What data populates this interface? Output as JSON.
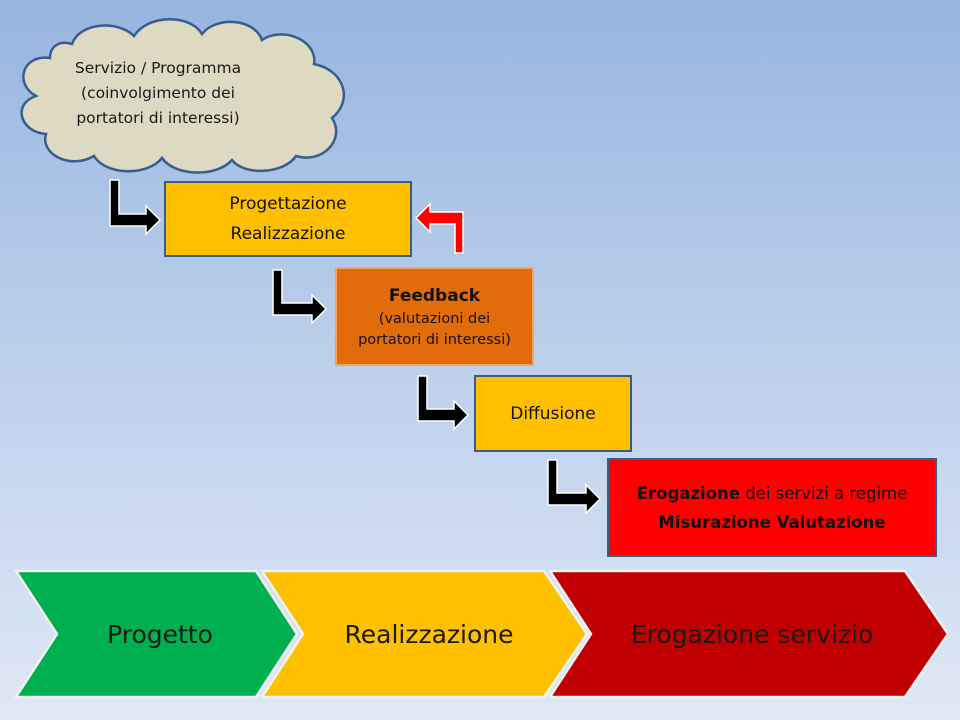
{
  "cloud": {
    "line1": "Servizio / Programma",
    "line2": "(coinvolgimento dei",
    "line3": "portatori di interessi)"
  },
  "steps": {
    "progettazione": {
      "line1": "Progettazione",
      "line2": "Realizzazione"
    },
    "feedback": {
      "title": "Feedback",
      "line2": "(valutazioni dei",
      "line3": "portatori di interessi)"
    },
    "diffusione": {
      "label": "Diffusione"
    },
    "erogazione": {
      "line1_bold": "Erogazione",
      "line1_rest": " dei servizi a regime",
      "line2_bold": "Misurazione Valutazione"
    }
  },
  "phases": [
    {
      "label": "Progetto",
      "color": "#00b050"
    },
    {
      "label": "Realizzazione",
      "color": "#ffc000"
    },
    {
      "label": "Erogazione servizio",
      "color": "#c00000"
    }
  ],
  "colors": {
    "cloud_fill": "#ddd9c3",
    "cloud_stroke": "#385d8a",
    "box_yellow": "#ffc000",
    "box_orange": "#e36c0a",
    "box_red": "#ff0000",
    "feedback_arrow": "#ff0000",
    "step_arrow": "#000000"
  }
}
